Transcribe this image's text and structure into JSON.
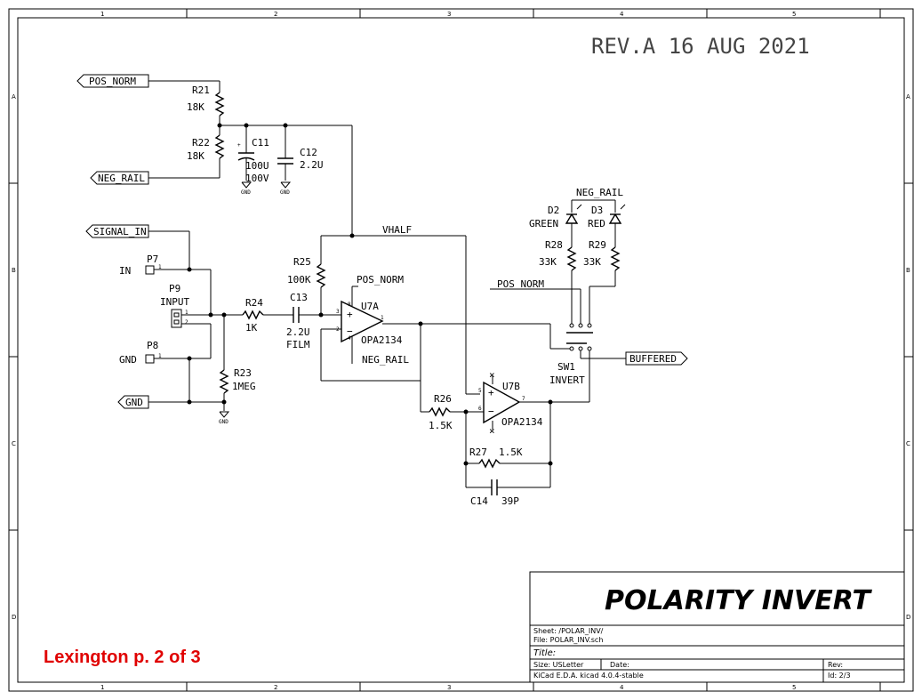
{
  "header": {
    "revision": "REV.A  16 AUG 2021"
  },
  "footer_note": "Lexington  p. 2 of 3",
  "grid": {
    "cols": [
      "1",
      "2",
      "3",
      "4",
      "5"
    ],
    "rows": [
      "A",
      "B",
      "C",
      "D"
    ]
  },
  "title_block": {
    "main_title": "POLARITY INVERT",
    "sheet": "Sheet: /POLAR_INV/",
    "file": "File: POLAR_INV.sch",
    "title_label": "Title:",
    "size": "Size: USLetter",
    "date": "Date:",
    "rev_label": "Rev:",
    "tool": "KiCad E.D.A.  kicad 4.0.4-stable",
    "id": "Id: 2/3"
  },
  "labels": {
    "pos_norm": "POS_NORM",
    "neg_rail": "NEG_RAIL",
    "signal_in": "SIGNAL_IN",
    "gnd": "GND",
    "buffered": "BUFFERED",
    "vhalf": "VHALF",
    "pos_norm_u7a": "POS_NORM",
    "neg_rail_u7a": "NEG_RAIL",
    "neg_rail_leds": "NEG_RAIL",
    "pos_norm_sw": "POS_NORM"
  },
  "components": {
    "r21": {
      "ref": "R21",
      "value": "18K"
    },
    "r22": {
      "ref": "R22",
      "value": "18K"
    },
    "c11": {
      "ref": "C11",
      "value": "100U",
      "value2": "100V"
    },
    "c12": {
      "ref": "C12",
      "value": "2.2U"
    },
    "p7": {
      "ref": "P7",
      "name": "IN",
      "pin": "1"
    },
    "p8": {
      "ref": "P8",
      "name": "GND",
      "pin": "1"
    },
    "p9": {
      "ref": "P9",
      "name": "INPUT",
      "pin1": "1",
      "pin2": "2"
    },
    "r24": {
      "ref": "R24",
      "value": "1K"
    },
    "c13": {
      "ref": "C13",
      "value": "2.2U",
      "value2": "FILM"
    },
    "r25": {
      "ref": "R25",
      "value": "100K"
    },
    "r23": {
      "ref": "R23",
      "value": "1MEG"
    },
    "u7a": {
      "ref": "U7A",
      "value": "OPA2134",
      "pin_plus": "3",
      "pin_minus": "2",
      "pin_out": "1",
      "pin_vp": "8",
      "pin_vn": "4"
    },
    "u7b": {
      "ref": "U7B",
      "value": "OPA2134",
      "pin_plus": "5",
      "pin_minus": "6",
      "pin_out": "7"
    },
    "r26": {
      "ref": "R26",
      "value": "1.5K"
    },
    "r27": {
      "ref": "R27",
      "value": "1.5K"
    },
    "c14": {
      "ref": "C14",
      "value": "39P"
    },
    "d2": {
      "ref": "D2",
      "value": "GREEN"
    },
    "d3": {
      "ref": "D3",
      "value": "RED"
    },
    "r28": {
      "ref": "R28",
      "value": "33K"
    },
    "r29": {
      "ref": "R29",
      "value": "33K"
    },
    "sw1": {
      "ref": "SW1",
      "value": "INVERT"
    }
  },
  "power": {
    "gnd_small": "GND"
  }
}
